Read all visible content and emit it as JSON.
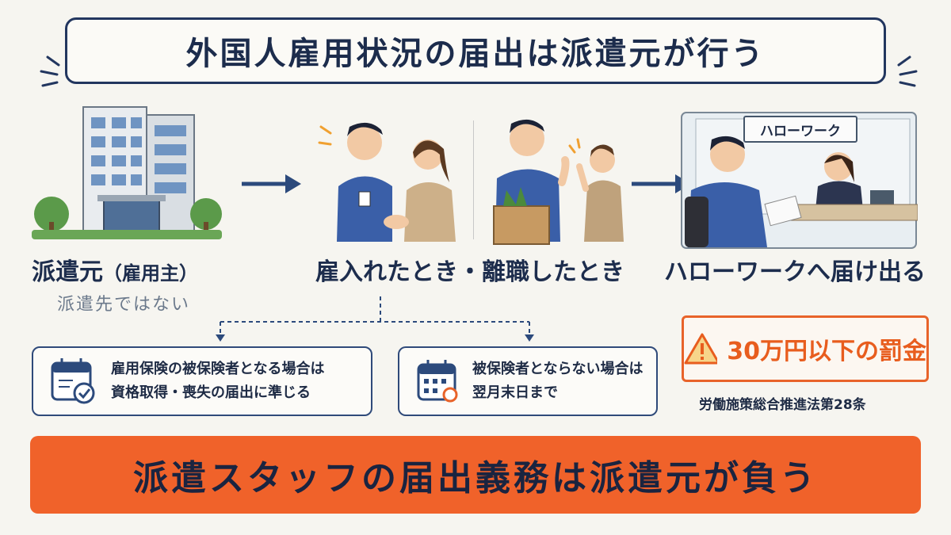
{
  "title": "外国人雇用状況の届出は派遣元が行う",
  "steps": {
    "employer": {
      "label": "派遣元",
      "label_note": "（雇用主）",
      "sub": "派遣先ではない"
    },
    "event": {
      "label": "雇入れたとき・離職したとき"
    },
    "office": {
      "label": "ハローワークへ届け出る",
      "sign": "ハローワーク"
    }
  },
  "cases": [
    {
      "line1": "雇用保険の被保険者となる場合は",
      "line2": "資格取得・喪失の届出に準じる"
    },
    {
      "line1": "被保険者とならない場合は",
      "line2": "翌月末日まで"
    }
  ],
  "penalty": {
    "text": "30万円以下の罰金",
    "law": "労働施策総合推進法第28条"
  },
  "banner": "派遣スタッフの届出義務は派遣元が負う",
  "colors": {
    "navy": "#22365f",
    "orange": "#f0622a",
    "warning": "#e85d1e"
  }
}
